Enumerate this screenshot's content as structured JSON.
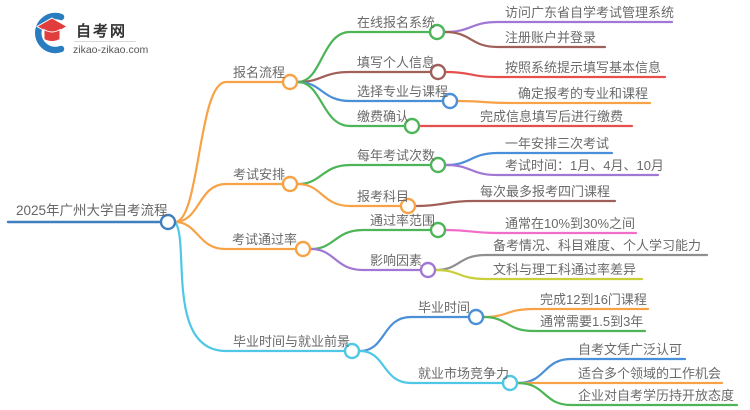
{
  "logo": {
    "site_name": "自考网",
    "site_domain": "zikao-zikao.com"
  },
  "root": {
    "label": "2025年广州大学自考流程"
  },
  "branches": [
    {
      "label": "报名流程",
      "children": [
        {
          "label": "在线报名系统",
          "children": [
            {
              "label": "访问广东省自学考试管理系统"
            },
            {
              "label": "注册账户并登录"
            }
          ]
        },
        {
          "label": "填写个人信息",
          "children": [
            {
              "label": "按照系统提示填写基本信息"
            }
          ]
        },
        {
          "label": "选择专业与课程",
          "children": [
            {
              "label": "确定报考的专业和课程"
            }
          ]
        },
        {
          "label": "缴费确认",
          "children": [
            {
              "label": "完成信息填写后进行缴费"
            }
          ]
        }
      ]
    },
    {
      "label": "考试安排",
      "children": [
        {
          "label": "每年考试次数",
          "children": [
            {
              "label": "一年安排三次考试"
            },
            {
              "label": "考试时间：1月、4月、10月"
            }
          ]
        },
        {
          "label": "报考科目",
          "children": [
            {
              "label": "每次最多报考四门课程"
            }
          ]
        }
      ]
    },
    {
      "label": "考试通过率",
      "children": [
        {
          "label": "通过率范围",
          "children": [
            {
              "label": "通常在10%到30%之间"
            }
          ]
        },
        {
          "label": "影响因素",
          "children": [
            {
              "label": "备考情况、科目难度、个人学习能力"
            },
            {
              "label": "文科与理工科通过率差异"
            }
          ]
        }
      ]
    },
    {
      "label": "毕业时间与就业前景",
      "children": [
        {
          "label": "毕业时间",
          "children": [
            {
              "label": "完成12到16门课程"
            },
            {
              "label": "通常需要1.5到3年"
            }
          ]
        },
        {
          "label": "就业市场竞争力",
          "children": [
            {
              "label": "自考文凭广泛认可"
            },
            {
              "label": "适合多个领域的工作机会"
            },
            {
              "label": "企业对自考学历持开放态度"
            }
          ]
        }
      ]
    }
  ],
  "colors": {
    "orange": "#f7a246",
    "green": "#4db457",
    "blue": "#4a90d8",
    "cyan": "#4fc8e6",
    "purple": "#a177d4",
    "brown": "#a0605a",
    "red": "#e5504e",
    "pink": "#f06dca",
    "gray": "#8f8f8f",
    "olive": "#c9cf3a",
    "root_blue": "#3f7fc0",
    "text": "#6a6a6a",
    "logo_red": "#e23d3d",
    "logo_blue": "#2a7cc0"
  }
}
